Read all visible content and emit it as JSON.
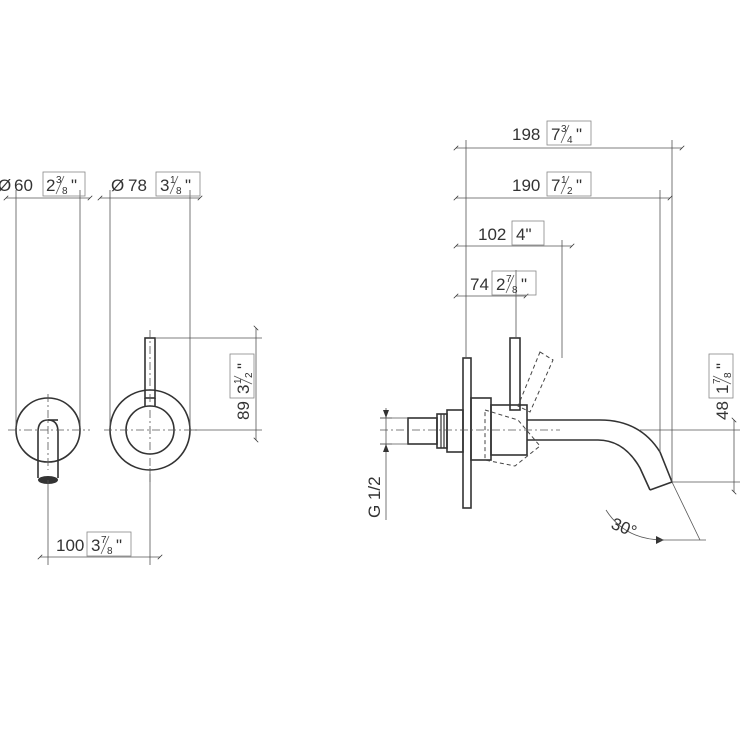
{
  "dimensions": {
    "dia_60": {
      "symbol": "Ø",
      "mm": "60",
      "in_whole": "2",
      "in_num": "3",
      "in_den": "8",
      "quote": "\""
    },
    "dia_78": {
      "symbol": "Ø",
      "mm": "78",
      "in_whole": "3",
      "in_num": "1",
      "in_den": "8",
      "quote": "\""
    },
    "h_89": {
      "mm": "89",
      "in_whole": "3",
      "in_num": "1",
      "in_den": "2",
      "quote": "\""
    },
    "w_100": {
      "mm": "100",
      "in_whole": "3",
      "in_num": "7",
      "in_den": "8",
      "quote": "\""
    },
    "w_198": {
      "mm": "198",
      "in_whole": "7",
      "in_num": "3",
      "in_den": "4",
      "quote": "\""
    },
    "w_190": {
      "mm": "190",
      "in_whole": "7",
      "in_num": "1",
      "in_den": "2",
      "quote": "\""
    },
    "w_102": {
      "mm": "102",
      "in_text": "4\""
    },
    "w_74": {
      "mm": "74",
      "in_whole": "2",
      "in_num": "7",
      "in_den": "8",
      "quote": "\""
    },
    "h_48": {
      "mm": "48",
      "in_whole": "1",
      "in_num": "7",
      "in_den": "8",
      "quote": "\""
    },
    "thread": "G 1/2",
    "angle": "30°"
  }
}
